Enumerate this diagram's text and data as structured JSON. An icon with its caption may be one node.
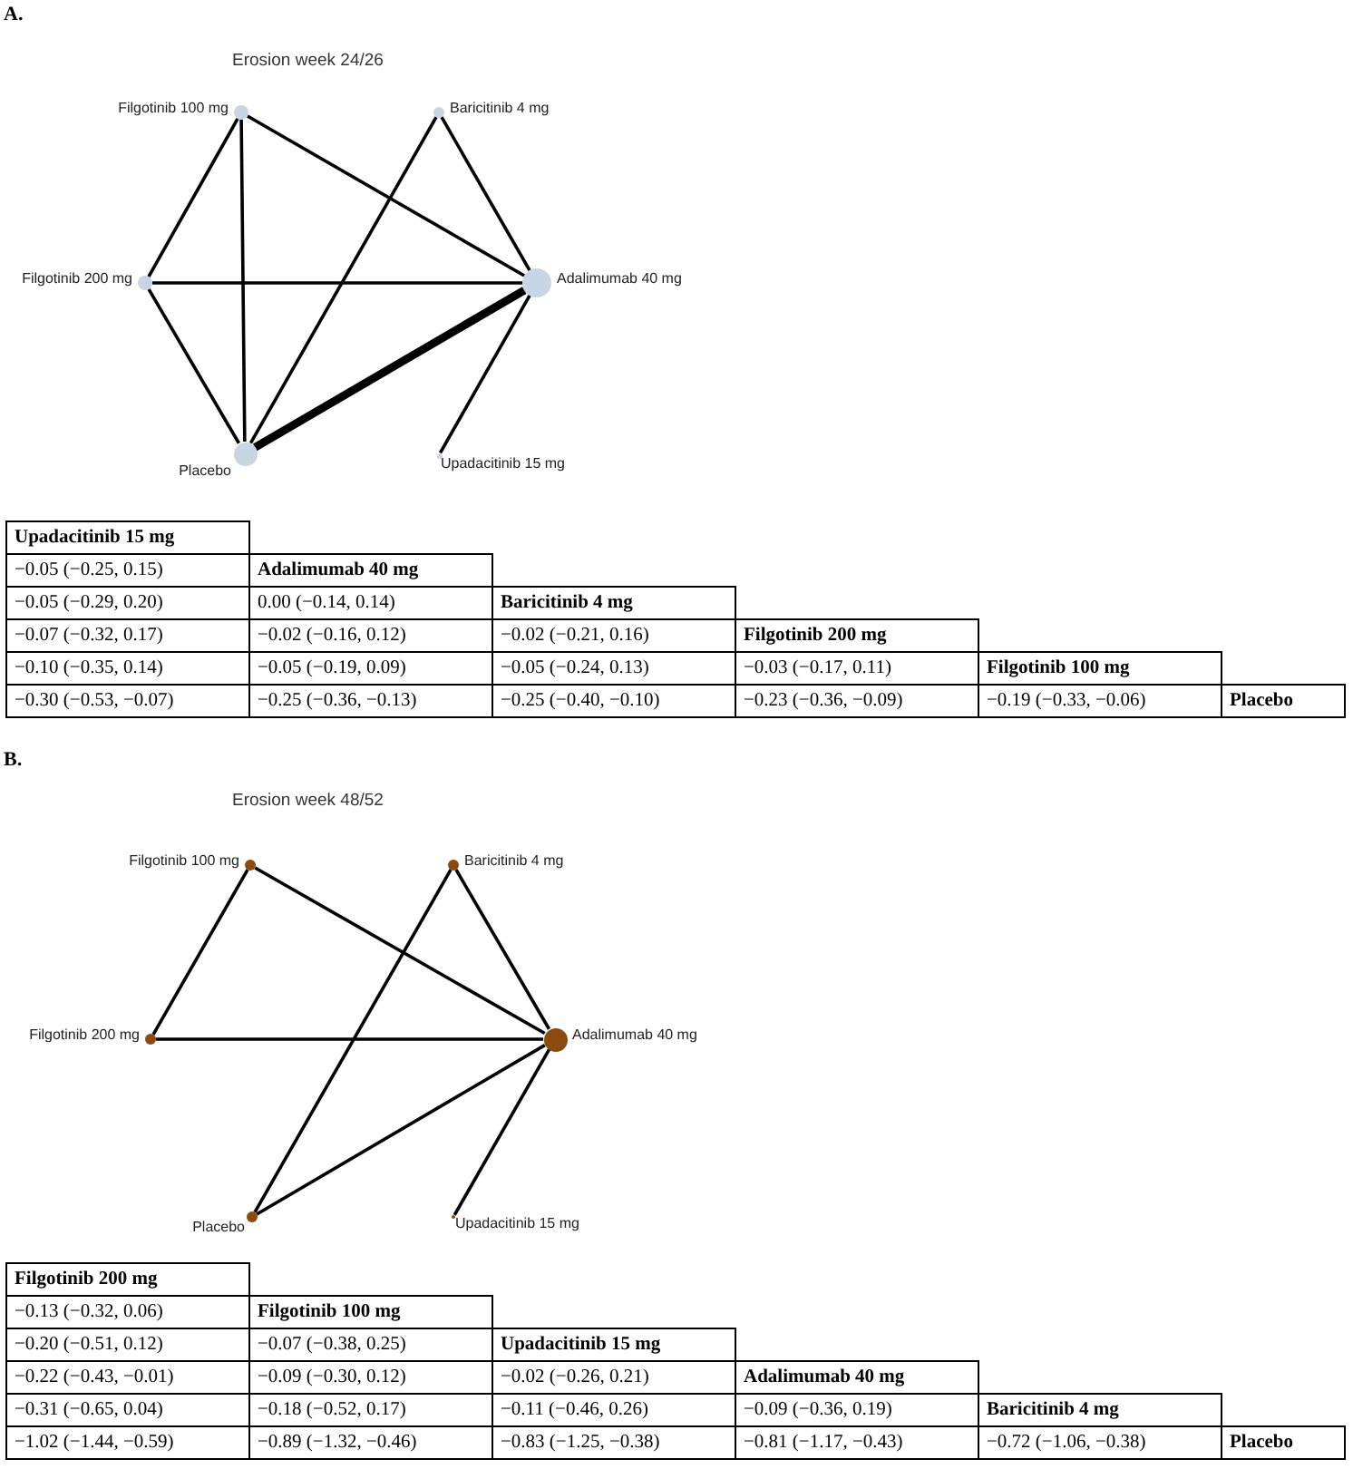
{
  "diagram": {
    "nodes": [
      {
        "text": [
          "Filgotinib 100 mg"
        ]
      },
      {
        "text": [
          "Baricitinib 4 mg"
        ]
      },
      {
        "text": [
          "Filgotinib 200 mg"
        ]
      },
      {
        "text": [
          "Adalimumab 40 mg"
        ]
      },
      {
        "text": [
          "Placebo"
        ]
      },
      {
        "text": [
          "Upadacitinib 15 mg"
        ]
      },
      {
        "text": [
          "Filgotinib 100 mg"
        ]
      },
      {
        "text": [
          "Baricitinib 4 mg"
        ]
      },
      {
        "text": [
          "Filgotinib 200 mg"
        ]
      },
      {
        "text": [
          "Adalimumab 40 mg"
        ]
      },
      {
        "text": [
          "Placebo"
        ]
      },
      {
        "text": [
          "Upadacitinib 15 mg"
        ]
      }
    ],
    "edges": [
      {
        "from": 0,
        "to": 2,
        "arrow": "none"
      },
      {
        "from": 0,
        "to": 4,
        "arrow": "none"
      },
      {
        "from": 0,
        "to": 3,
        "arrow": "none"
      },
      {
        "from": 1,
        "to": 4,
        "arrow": "none"
      },
      {
        "from": 1,
        "to": 3,
        "arrow": "none"
      },
      {
        "from": 2,
        "to": 3,
        "arrow": "none"
      },
      {
        "from": 2,
        "to": 4,
        "arrow": "none"
      },
      {
        "from": 4,
        "to": 3,
        "arrow": "none",
        "style": "thick"
      },
      {
        "from": 5,
        "to": 3,
        "arrow": "none"
      },
      {
        "from": 6,
        "to": 8,
        "arrow": "none"
      },
      {
        "from": 6,
        "to": 9,
        "arrow": "none"
      },
      {
        "from": 7,
        "to": 10,
        "arrow": "none"
      },
      {
        "from": 7,
        "to": 9,
        "arrow": "none"
      },
      {
        "from": 8,
        "to": 9,
        "arrow": "none"
      },
      {
        "from": 10,
        "to": 9,
        "arrow": "none"
      },
      {
        "from": 11,
        "to": 9,
        "arrow": "none"
      }
    ],
    "labels": [
      "A.",
      "Erosion week 24/26",
      "Upadacitinib 15 mg",
      "−0.05 (−0.25, 0.15)",
      "Adalimumab 40 mg",
      "−0.05 (−0.29, 0.20)",
      "0.00 (−0.14, 0.14)",
      "Baricitinib 4 mg",
      "−0.07 (−0.32, 0.17)",
      "−0.02 (−0.16, 0.12)",
      "−0.02 (−0.21, 0.16)",
      "Filgotinib 200 mg",
      "−0.10 (−0.35, 0.14)",
      "−0.05 (−0.19, 0.09)",
      "−0.05 (−0.24, 0.13)",
      "−0.03 (−0.17, 0.11)",
      "Filgotinib 100 mg",
      "−0.30 (−0.53, −0.07)",
      "−0.25 (−0.36, −0.13)",
      "−0.25 (−0.40, −0.10)",
      "−0.23 (−0.36, −0.09)",
      "−0.19 (−0.33, −0.06)",
      "Placebo",
      "B.",
      "Erosion week 48/52",
      "Filgotinib 200 mg",
      "−0.13 (−0.32, 0.06)",
      "Filgotinib 100 mg",
      "−0.20 (−0.51, 0.12)",
      "−0.07 (−0.38, 0.25)",
      "Upadacitinib 15 mg",
      "−0.22 (−0.43, −0.01)",
      "−0.09 (−0.30, 0.12)",
      "−0.02 (−0.26, 0.21)",
      "Adalimumab 40 mg",
      "−0.31 (−0.65, 0.04)",
      "−0.18 (−0.52, 0.17)",
      "−0.11 (−0.46, 0.26)",
      "−0.09 (−0.36, 0.19)",
      "Baricitinib 4 mg",
      "−1.02 (−1.44, −0.59)",
      "−0.89 (−1.32, −0.46)",
      "−0.83 (−1.25, −0.38)",
      "−0.81 (−1.17, −0.43)",
      "−0.72 (−1.06, −0.38)",
      "Placebo"
    ]
  }
}
